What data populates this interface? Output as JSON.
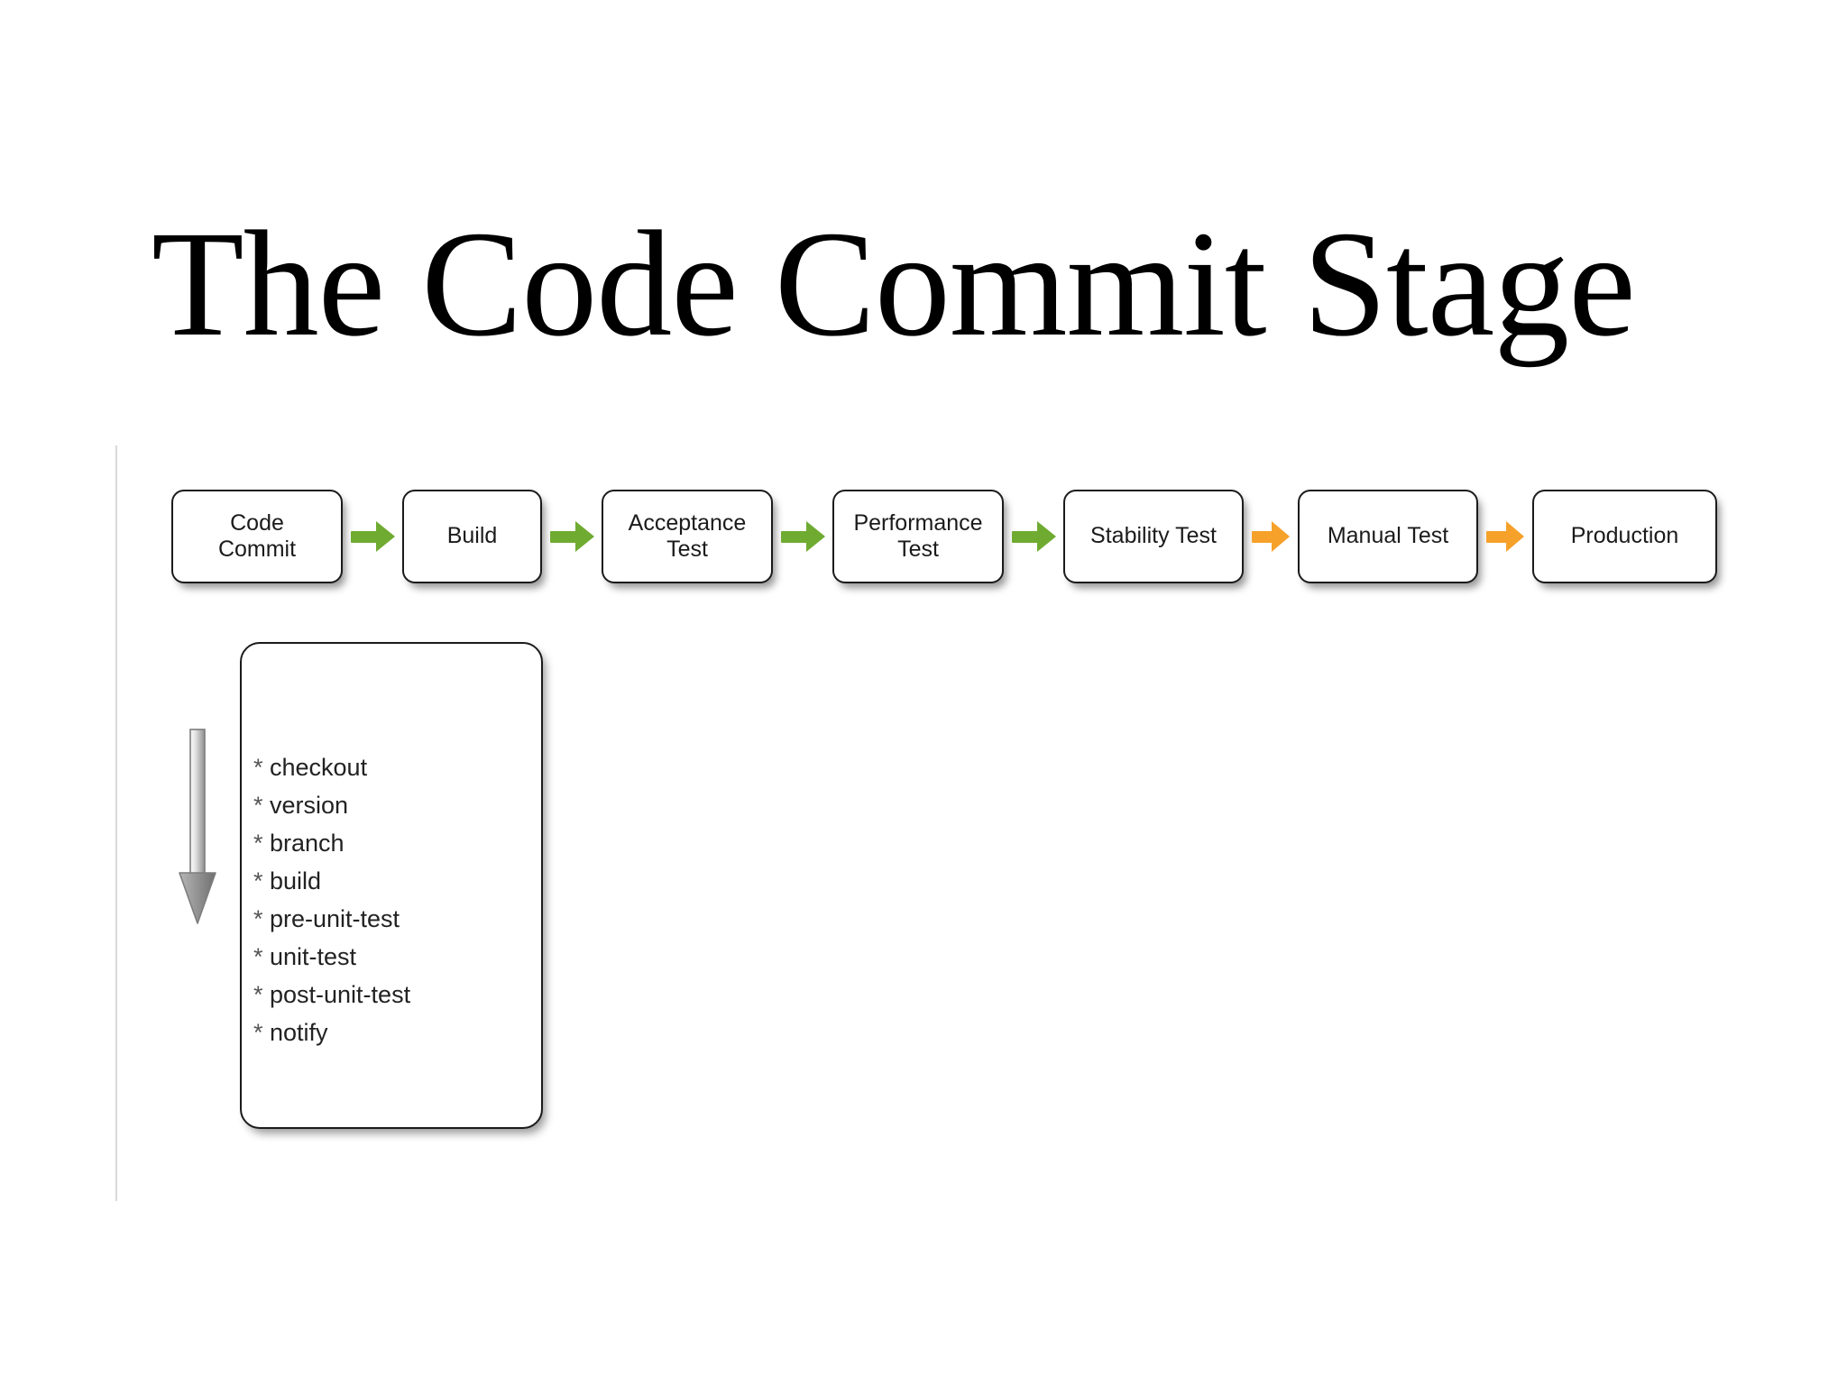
{
  "slide": {
    "title": "The Code Commit Stage"
  },
  "diagram": {
    "type": "pipeline-flow",
    "colors": {
      "green_arrow": "#6FAB31",
      "orange_arrow": "#F6A12A",
      "box_border": "#1B1B1B",
      "box_fill": "#FFFFFF",
      "down_arrow_fill": "#8A8A8A",
      "rule": "#D9D9D9"
    },
    "stages": [
      {
        "label": "Code\nCommit",
        "name": "code-commit"
      },
      {
        "label": "Build",
        "name": "build"
      },
      {
        "label": "Acceptance\nTest",
        "name": "acceptance-test"
      },
      {
        "label": "Performance\nTest",
        "name": "performance-test"
      },
      {
        "label": "Stability Test",
        "name": "stability-test"
      },
      {
        "label": "Manual Test",
        "name": "manual-test"
      },
      {
        "label": "Production",
        "name": "production"
      }
    ],
    "connectors": [
      {
        "from": "code-commit",
        "to": "build",
        "color": "green"
      },
      {
        "from": "build",
        "to": "acceptance-test",
        "color": "green"
      },
      {
        "from": "acceptance-test",
        "to": "performance-test",
        "color": "green"
      },
      {
        "from": "performance-test",
        "to": "stability-test",
        "color": "green"
      },
      {
        "from": "stability-test",
        "to": "manual-test",
        "color": "orange"
      },
      {
        "from": "manual-test",
        "to": "production",
        "color": "orange"
      }
    ],
    "detail_panel": {
      "bullet": "*",
      "items": [
        "checkout",
        "version",
        "branch",
        "build",
        "pre-unit-test",
        "unit-test",
        "post-unit-test",
        "notify"
      ]
    },
    "down_arrow": {
      "direction": "down",
      "icon": "down-arrow-icon"
    }
  }
}
